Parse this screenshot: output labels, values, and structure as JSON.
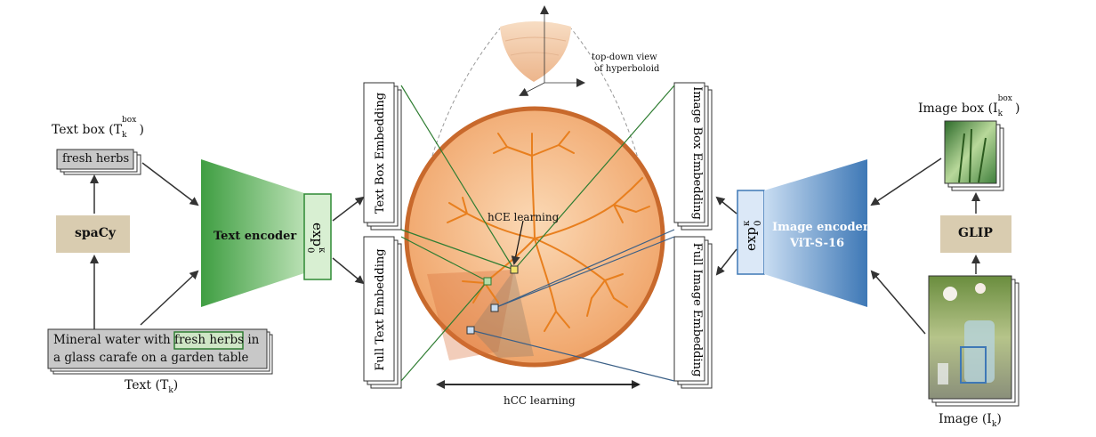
{
  "colors": {
    "text_encoder": "#4caa4c",
    "image_encoder": "#4f87c4",
    "spacy_box": "#d9ccb0",
    "disk_fill": "#f2b98a",
    "disk_edge": "#c8692c",
    "tree": "#e87f1e"
  },
  "left": {
    "text_box_label_main": "Text box (T",
    "text_box_label_sub": "k",
    "text_box_label_sup": "box",
    "text_box_label_close": ")",
    "text_box_content": "fresh herbs",
    "spacy": "spaCy",
    "caption_pre": "Mineral water with ",
    "caption_highlight": "fresh herbs",
    "caption_post": " in",
    "caption_line2": "a glass carafe on a garden table",
    "text_label_main": "Text (T",
    "text_label_sub": "k",
    "text_label_close": ")",
    "text_encoder": "Text encoder",
    "exp_label": "exp",
    "exp_sup": "κ",
    "exp_sub": "0"
  },
  "center": {
    "text_box_embedding": "Text Box Embedding",
    "full_text_embedding": "Full Text Embedding",
    "image_box_embedding": "Image Box Embedding",
    "full_image_embedding": "Full Image Embedding",
    "hyperboloid_line1": "top-down view",
    "hyperboloid_line2": "of hyperboloid",
    "hce": "hCE learning",
    "hcc": "hCC learning"
  },
  "right": {
    "image_box_label_main": "Image box (I",
    "image_box_label_sub": "k",
    "image_box_label_sup": "box",
    "image_box_label_close": ")",
    "glip": "GLIP",
    "image_label_main": "Image (I",
    "image_label_sub": "k",
    "image_label_close": ")",
    "image_encoder_line1": "Image encoder",
    "image_encoder_line2": "ViT-S-16",
    "exp_label": "exp",
    "exp_sup": "κ",
    "exp_sub": "0"
  }
}
